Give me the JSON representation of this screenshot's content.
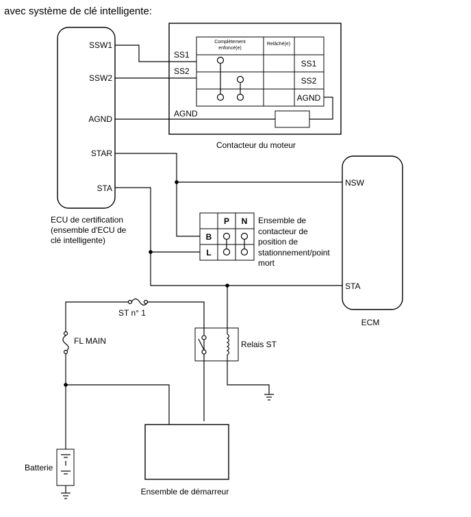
{
  "heading": "avec système de clé intelligente:",
  "ecu_cert": {
    "pins": [
      "SSW1",
      "SSW2",
      "AGND",
      "STAR",
      "STA"
    ],
    "caption": [
      "ECU de certification",
      "(ensemble d'ECU de",
      "clé intelligente)"
    ]
  },
  "engine_switch": {
    "caption": "Contacteur du moteur",
    "terminals": [
      "SS1",
      "SS2",
      "AGND"
    ],
    "col_pressed": [
      "Complètement",
      "enfoncé(e)"
    ],
    "col_released": "Relâché(e)",
    "rows": [
      "SS1",
      "SS2",
      "AGND"
    ]
  },
  "ecm": {
    "caption": "ECM",
    "pins": [
      "NSW",
      "STA"
    ]
  },
  "park_neutral": {
    "cols": [
      "P",
      "N"
    ],
    "rows": [
      "B",
      "L"
    ],
    "caption": [
      "Ensemble de",
      "contacteur de",
      "position de",
      "stationnement/point",
      "mort"
    ]
  },
  "fuses": {
    "st": "ST n° 1",
    "fl": "FL MAIN"
  },
  "relay": "Relais ST",
  "battery": "Batterie",
  "starter": "Ensemble de démarreur"
}
